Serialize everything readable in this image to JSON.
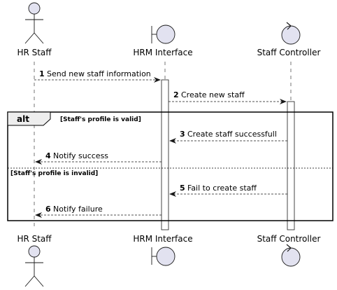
{
  "participants": [
    {
      "id": "hr",
      "label": "HR Staff",
      "kind": "actor"
    },
    {
      "id": "ui",
      "label": "HRM Interface",
      "kind": "boundary"
    },
    {
      "id": "ctrl",
      "label": "Staff Controller",
      "kind": "control"
    }
  ],
  "messages": [
    {
      "num": "1",
      "text": "Send new staff information",
      "from": "hr",
      "to": "ui"
    },
    {
      "num": "2",
      "text": "Create new staff",
      "from": "ui",
      "to": "ctrl"
    },
    {
      "num": "3",
      "text": "Create staff successfull",
      "from": "ctrl",
      "to": "ui"
    },
    {
      "num": "4",
      "text": "Notify success",
      "from": "ui",
      "to": "hr"
    },
    {
      "num": "5",
      "text": "Fail to create staff",
      "from": "ctrl",
      "to": "ui"
    },
    {
      "num": "6",
      "text": "Notify failure",
      "from": "ui",
      "to": "hr"
    }
  ],
  "fragment": {
    "kind": "alt",
    "conditions": [
      "[Staff's profile is valid]",
      "[Staff's profile is invalid]"
    ]
  },
  "colors": {
    "participant_fill": "#e2e2f0",
    "line": "#181818"
  }
}
